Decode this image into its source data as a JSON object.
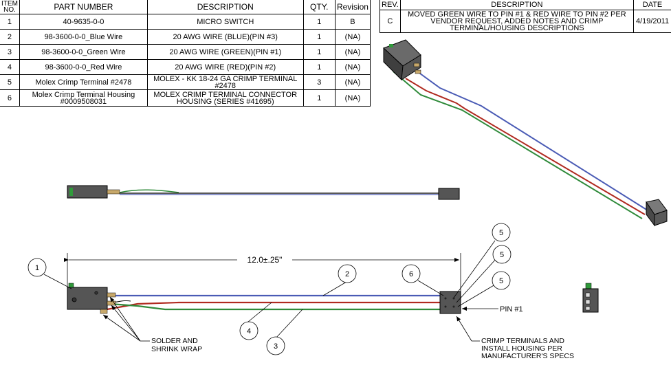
{
  "bom": {
    "headers": {
      "item": "ITEM NO.",
      "part": "PART NUMBER",
      "desc": "DESCRIPTION",
      "qty": "QTY.",
      "rev": "Revision"
    },
    "rows": [
      {
        "item": "1",
        "part": "40-9635-0-0",
        "desc": "MICRO SWITCH",
        "qty": "1",
        "rev": "B"
      },
      {
        "item": "2",
        "part": "98-3600-0-0_Blue Wire",
        "desc": "20 AWG WIRE (BLUE)(PIN #3)",
        "qty": "1",
        "rev": "(NA)"
      },
      {
        "item": "3",
        "part": "98-3600-0-0_Green Wire",
        "desc": "20 AWG WIRE (GREEN)(PIN #1)",
        "qty": "1",
        "rev": "(NA)"
      },
      {
        "item": "4",
        "part": "98-3600-0-0_Red Wire",
        "desc": "20 AWG WIRE (RED)(PIN #2)",
        "qty": "1",
        "rev": "(NA)"
      },
      {
        "item": "5",
        "part": "Molex Crimp Terminal #2478",
        "desc": "MOLEX - KK 18-24 GA CRIMP TERMINAL #2478",
        "qty": "3",
        "rev": "(NA)"
      },
      {
        "item": "6",
        "part": "Molex Crimp Terminal Housing #0009508031",
        "desc": "MOLEX CRIMP TERMINAL CONNECTOR HOUSING (SERIES #41695)",
        "qty": "1",
        "rev": "(NA)"
      }
    ]
  },
  "revision_block": {
    "headers": {
      "rev": "REV.",
      "desc": "DESCRIPTION",
      "date": "DATE"
    },
    "rows": [
      {
        "rev": "C",
        "desc": "MOVED GREEN WIRE TO PIN #1 & RED WIRE TO PIN #2 PER VENDOR REQUEST, ADDED NOTES AND CRIMP TERMINAL/HOUSING DESCRIPTIONS",
        "date": "4/19/2011"
      }
    ]
  },
  "drawing": {
    "dimension": "12.0±.25\"",
    "balloons": {
      "b1": "1",
      "b2": "2",
      "b3": "3",
      "b4": "4",
      "b5a": "5",
      "b5b": "5",
      "b5c": "5",
      "b6": "6"
    },
    "pin_label": "PIN #1",
    "note_solder": [
      "SOLDER AND",
      "SHRINK WRAP"
    ],
    "note_crimp": [
      "CRIMP TERMINALS AND",
      "INSTALL HOUSING PER",
      "MANUFACTURER'S SPECS"
    ],
    "wire_colors": {
      "blue": "#4a5bb5",
      "red": "#b02a20",
      "green": "#2f8a3a"
    }
  }
}
